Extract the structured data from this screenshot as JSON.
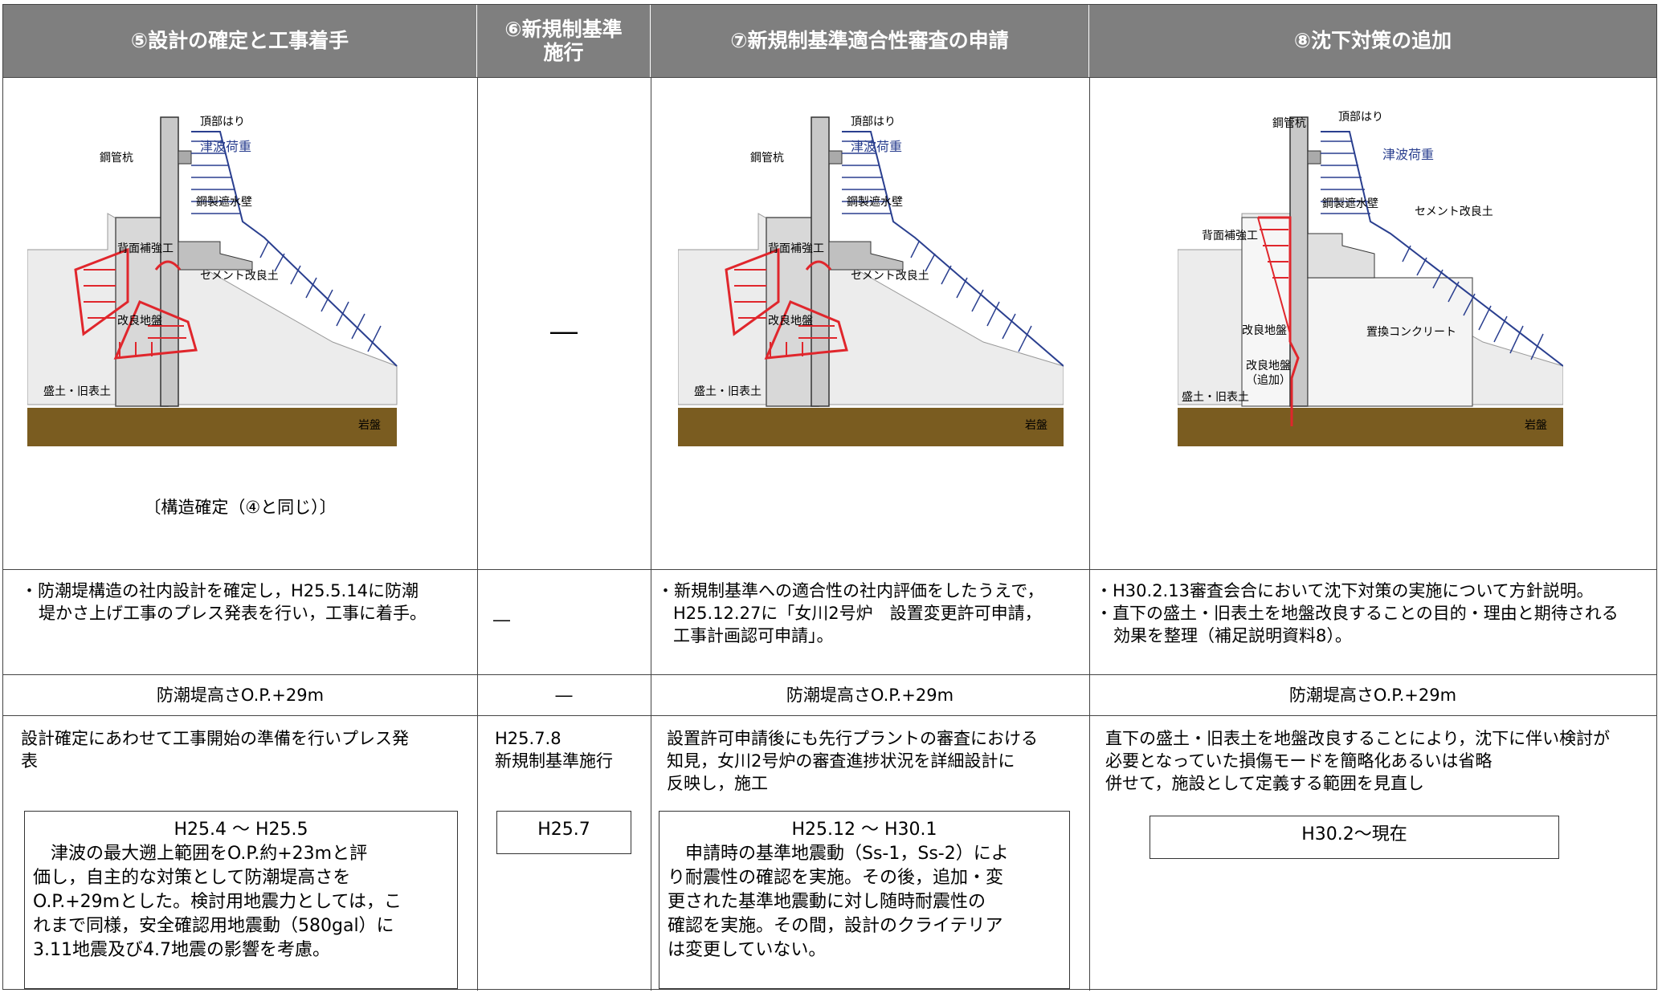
{
  "headers": {
    "c5": "⑤設計の確定と工事着手",
    "c6_line1": "⑥新規制基準",
    "c6_line2": "施行",
    "c7": "⑦新規制基準適合性審査の申請",
    "c8": "⑧沈下対策の追加"
  },
  "figure_labels": {
    "pile": "鋼管杭",
    "top_beam": "頂部はり",
    "tsunami_load": "津波荷重",
    "steel_wall": "鋼製遮水壁",
    "back_reinforcement": "背面補強工",
    "cement_soil": "セメント改良土",
    "improved_ground": "改良地盤",
    "fill": "盛土・旧表土",
    "bedrock": "岩盤",
    "replacement_concrete": "置換コンクリート",
    "improved_ground_added_1": "改良地盤",
    "improved_ground_added_2": "（追加）"
  },
  "row1": {
    "c5_caption": "〔構造確定（④と同じ）〕",
    "c6_dash": "―"
  },
  "row2": {
    "c5_l1": "・防潮堤構造の社内設計を確定し，H25.5.14に防潮",
    "c5_l2": "堤かさ上げ工事のプレス発表を行い，工事に着手。",
    "c6": "―",
    "c7_l1": "・新規制基準への適合性の社内評価をしたうえで，",
    "c7_l2": "H25.12.27に「女川2号炉　設置変更許可申請，",
    "c7_l3": "工事計画認可申請」。",
    "c8_l1": "・H30.2.13審査会合において沈下対策の実施について方針説明。",
    "c8_l2": "・直下の盛土・旧表土を地盤改良することの目的・理由と期待される",
    "c8_l3": "効果を整理（補足説明資料8）。"
  },
  "row3": {
    "c5": "防潮堤高さO.P.+29m",
    "c6": "―",
    "c7": "防潮堤高さO.P.+29m",
    "c8": "防潮堤高さO.P.+29m"
  },
  "row4": {
    "c5_l1": "設計確定にあわせて工事開始の準備を行いプレス発",
    "c5_l2": "表",
    "c6_l1": "H25.7.8",
    "c6_l2": "新規制基準施行",
    "c7_l1": "設置許可申請後にも先行プラントの審査における",
    "c7_l2": "知見，女川2号炉の審査進捗状況を詳細設計に",
    "c7_l3": "反映し，施工",
    "c8_l1": "直下の盛土・旧表土を地盤改良することにより，沈下に伴い検討が",
    "c8_l2": "必要となっていた損傷モードを簡略化あるいは省略",
    "c8_l3": "併せて，施設として定義する範囲を見直し"
  },
  "boxes": {
    "c5_period": "H25.4 ～ H25.5",
    "c5_l1": "津波の最大遡上範囲をO.P.約+23mと評",
    "c5_l2": "価し，自主的な対策として防潮堤高さを",
    "c5_l3": "O.P.+29mとした。検討用地震力としては，こ",
    "c5_l4": "れまで同様，安全確認用地震動（580gal）に",
    "c5_l5": "3.11地震及び4.7地震の影響を考慮。",
    "c6_period": "H25.7",
    "c7_period": "H25.12 ～ H30.1",
    "c7_l1": "申請時の基準地震動（Ss-1，Ss-2）によ",
    "c7_l2": "り耐震性の確認を実施。その後，追加・変",
    "c7_l3": "更された基準地震動に対し随時耐震性の",
    "c7_l4": "確認を実施。その間，設計のクライテリア",
    "c7_l5": "は変更していない。",
    "c8_period": "H30.2～現在"
  },
  "colors": {
    "header_bg": "#7f7f7f",
    "bedrock": "#7a5c20",
    "arrow_red": "#e0262c",
    "tsunami_blue": "#2a3f8f"
  }
}
